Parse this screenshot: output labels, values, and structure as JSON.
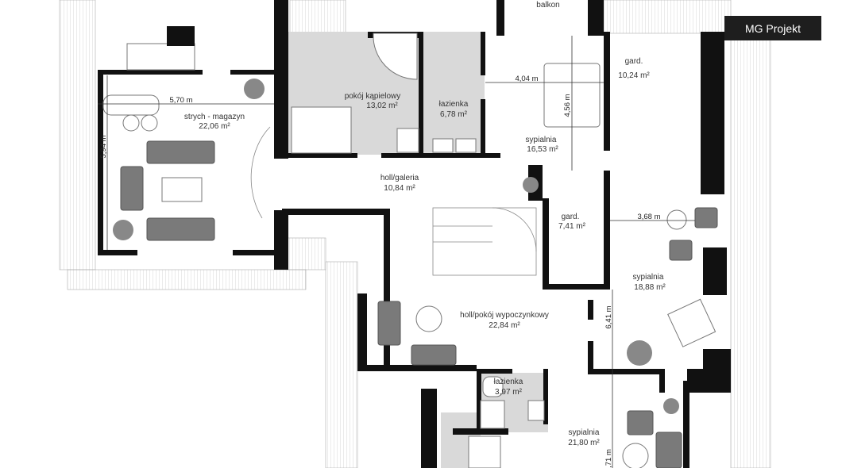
{
  "logo": {
    "text": "MG Projekt"
  },
  "rooms": [
    {
      "name": "balkon",
      "area": ""
    },
    {
      "name": "strych - magazyn",
      "area": "22,06 m²"
    },
    {
      "name": "pokój kąpielowy",
      "area": "13,02 m²"
    },
    {
      "name": "łazienka",
      "area": "6,78 m²"
    },
    {
      "name": "sypialnia",
      "area": "16,53 m²"
    },
    {
      "name": "gard.",
      "area": "10,24 m²"
    },
    {
      "name": "holl/galeria",
      "area": "10,84 m²"
    },
    {
      "name": "gard.",
      "area": "7,41 m²"
    },
    {
      "name": "sypialnia",
      "area": "18,88 m²"
    },
    {
      "name": "holl/pokój wypoczynkowy",
      "area": "22,84 m²"
    },
    {
      "name": "łazienka",
      "area": "3,97 m²"
    },
    {
      "name": "sypialnia",
      "area": "21,80 m²"
    }
  ],
  "dimensions": [
    "5,70 m",
    "5,94 m",
    "4,04 m",
    "4,56 m",
    "3,68 m",
    "6,41 m",
    ",71 m"
  ],
  "colors": {
    "wall": "#111111",
    "wet_room": "#d9d9d9",
    "furniture": "#7a7a7a"
  }
}
